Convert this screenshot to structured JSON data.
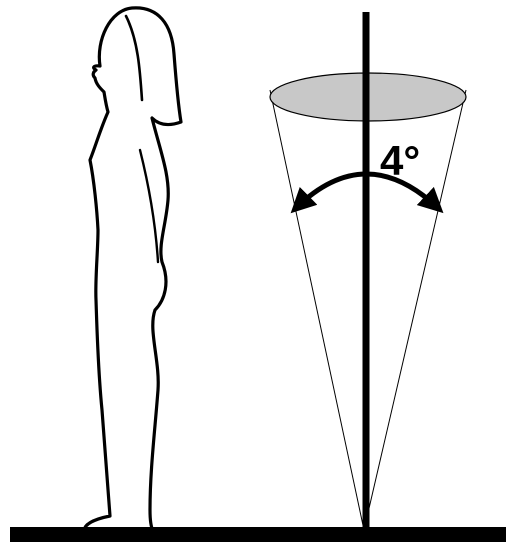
{
  "diagram": {
    "angle_label": "4°",
    "colors": {
      "outline": "#000000",
      "cone_top_fill": "#c8c8c8",
      "background": "#ffffff"
    },
    "elements": [
      "standing-person-silhouette",
      "vertical-reference-line",
      "sway-cone",
      "double-headed-arc-arrow",
      "ground-line"
    ]
  }
}
